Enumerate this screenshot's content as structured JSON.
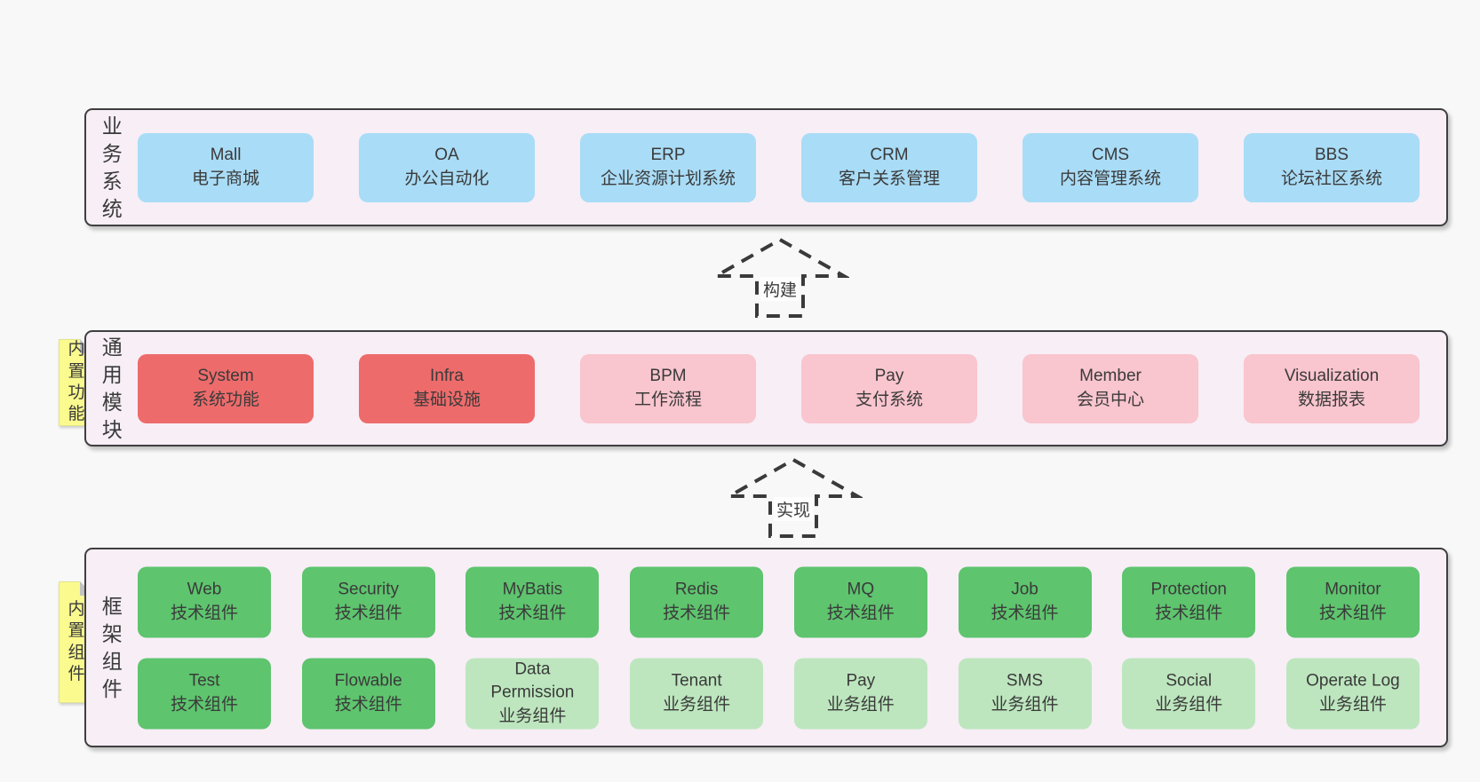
{
  "colors": {
    "page_bg": "#f8f8f8",
    "panel_bg": "#f7eef6",
    "panel_border": "#3f3f3f",
    "business_box": "#a9dcf6",
    "module_core_box": "#ee6b6b",
    "module_box": "#f9c5ce",
    "tech_component_box": "#5ec46e",
    "biz_component_box": "#bde6be",
    "sticky_note": "#fafa8e",
    "text": "#3a3a3a"
  },
  "arrows": {
    "build": {
      "label": "构建"
    },
    "impl": {
      "label": "实现"
    }
  },
  "sections": {
    "business": {
      "label": "业务系统",
      "items": [
        {
          "en": "Mall",
          "zh": "电子商城"
        },
        {
          "en": "OA",
          "zh": "办公自动化"
        },
        {
          "en": "ERP",
          "zh": "企业资源计划系统"
        },
        {
          "en": "CRM",
          "zh": "客户关系管理"
        },
        {
          "en": "CMS",
          "zh": "内容管理系统"
        },
        {
          "en": "BBS",
          "zh": "论坛社区系统"
        }
      ]
    },
    "modules": {
      "label": "通用模块",
      "sticky": "内置功能",
      "items": [
        {
          "en": "System",
          "zh": "系统功能",
          "variant": "red"
        },
        {
          "en": "Infra",
          "zh": "基础设施",
          "variant": "red"
        },
        {
          "en": "BPM",
          "zh": "工作流程",
          "variant": "pink"
        },
        {
          "en": "Pay",
          "zh": "支付系统",
          "variant": "pink"
        },
        {
          "en": "Member",
          "zh": "会员中心",
          "variant": "pink"
        },
        {
          "en": "Visualization",
          "zh": "数据报表",
          "variant": "pink"
        }
      ]
    },
    "components": {
      "label": "框架组件",
      "sticky": "内置组件",
      "row1": [
        {
          "en": "Web",
          "zh": "技术组件"
        },
        {
          "en": "Security",
          "zh": "技术组件"
        },
        {
          "en": "MyBatis",
          "zh": "技术组件"
        },
        {
          "en": "Redis",
          "zh": "技术组件"
        },
        {
          "en": "MQ",
          "zh": "技术组件"
        },
        {
          "en": "Job",
          "zh": "技术组件"
        },
        {
          "en": "Protection",
          "zh": "技术组件"
        },
        {
          "en": "Monitor",
          "zh": "技术组件"
        }
      ],
      "row2": [
        {
          "en": "Test",
          "zh": "技术组件",
          "variant": "tech"
        },
        {
          "en": "Flowable",
          "zh": "技术组件",
          "variant": "tech"
        },
        {
          "en": "Data Permission",
          "zh": "业务组件",
          "variant": "biz"
        },
        {
          "en": "Tenant",
          "zh": "业务组件",
          "variant": "biz"
        },
        {
          "en": "Pay",
          "zh": "业务组件",
          "variant": "biz"
        },
        {
          "en": "SMS",
          "zh": "业务组件",
          "variant": "biz"
        },
        {
          "en": "Social",
          "zh": "业务组件",
          "variant": "biz"
        },
        {
          "en": "Operate Log",
          "zh": "业务组件",
          "variant": "biz"
        }
      ]
    }
  }
}
